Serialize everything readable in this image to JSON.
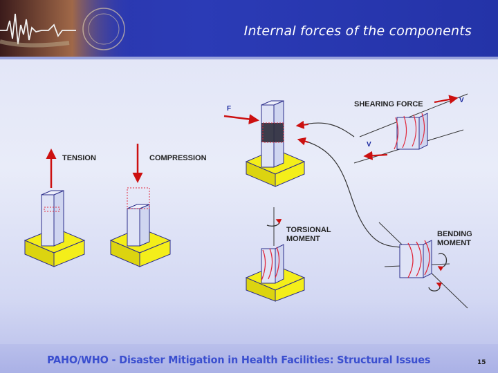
{
  "slide": {
    "title": "Internal forces of the components",
    "footer": "PAHO/WHO - Disaster Mitigation in Health Facilities: Structural Issues",
    "page_number": "15"
  },
  "diagram": {
    "labels": {
      "tension": "TENSION",
      "compression": "COMPRESSION",
      "shearing_force": "SHEARING FORCE",
      "torsional_line1": "TORSIONAL",
      "torsional_line2": "MOMENT",
      "bending_line1": "BENDING",
      "bending_line2": "MOMENT",
      "force_f": "F",
      "force_v_top": "V",
      "force_v_bottom": "V"
    },
    "colors": {
      "base": "#f4ee1a",
      "arrow": "#cc1010",
      "outline": "#2b2d8a",
      "deformed": "#e0283c",
      "header_blue": "#2a34a8"
    }
  }
}
